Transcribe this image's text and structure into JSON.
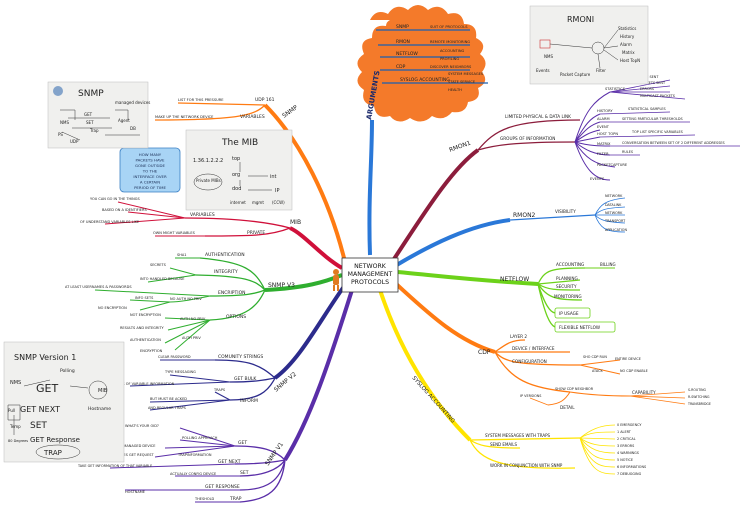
{
  "center": {
    "line1": "NETWORK",
    "line2": "MANAGEMENT",
    "line3": "PROTOCOLS"
  },
  "callout": {
    "lines": [
      "HOW MANY",
      "PACKETS HAVE",
      "GONE OUTSIDE",
      "TO THE",
      "INTERFACE OVER",
      "A CERTAIN",
      "PERIOD OF TIME"
    ]
  },
  "arguments": {
    "label": "ARGUMENTS",
    "items": [
      {
        "label": "SNMP",
        "detail": "SUIT OF PROTOCOLS"
      },
      {
        "label": "RMON",
        "detail": "REMOTE MONITORING"
      },
      {
        "label": "NETFLOW",
        "detail": "ACCOUNTING",
        "detail2": "PROFILING"
      },
      {
        "label": "CDP",
        "detail": "DISCOVER NEIGHBORS"
      },
      {
        "label": "SYSLOG ACCOUNTING",
        "detail": "SYSTEM MESSAGES",
        "detail2": "STATE SERVICE",
        "detail3": "HEALTH"
      }
    ]
  },
  "snmp": {
    "label": "SNMP",
    "udp": "UDP 161",
    "udp_detail": "LIST FOR THIS PRESSURE",
    "variables": "VARIABLES",
    "variables_detail": "MAKE UP THE NETWORK DEVICE"
  },
  "mib": {
    "label": "MIB",
    "variables": "VARIABLES",
    "private": "PRIVATE",
    "items": [
      "YOU CAN GO IN THE THINGS",
      "BASED ON A IDENTIFIERS",
      "OF UNDERSTAND VARIABLES LIKE"
    ],
    "private_detail": "OWN MIGHT VARIABLES"
  },
  "snmpv3": {
    "label": "SNMP V3",
    "authentication": "AUTHENTICATION",
    "auth_detail": "SHA1",
    "integrity": "INTEGRITY",
    "integrity_items": [
      "SECRETS",
      "INTO HANDLED BECAUSE"
    ],
    "encryption": "ENCRIPTION",
    "encryption_items": [
      "AT LEAST USERNAMES & PASSWORDS",
      "INFO SETS",
      "NO AUTH NO PRIV",
      "NO ENCRYPTION"
    ],
    "options": "OPTIONS",
    "options_items": [
      "NOT ENCRYPTION",
      "AUTH NO PRIV",
      "RESULTS AND INTEGRITY",
      "AUTHENTICATION",
      "AUTH PRIV",
      "ENCRYPTION"
    ]
  },
  "snmpv2": {
    "label": "SNMP V2",
    "community": "COMUNITY STRINGS",
    "community_detail": "CLEAR PASSWORD",
    "getbulk": "GET BULK",
    "getbulk_items": [
      "TYPE MESSAGING",
      "REDUCE LOTS OF VARIABLE INFORMATION"
    ],
    "inform": "INFORM",
    "inform_items": [
      "TRAPS",
      "BUT MUST BE ACKED",
      "AND REGULAR TRAPS"
    ]
  },
  "snmpv1": {
    "label": "SNMP V1",
    "get": "GET",
    "get_items": [
      "POLLING APPROACH",
      "WHAT'S YOUR OID?",
      "FROM MANAGED DEVICE",
      "AGENT HANDLES GET REQUEST",
      "TRAPINFORMATION"
    ],
    "getnext": "GET NEXT",
    "getnext_items": [
      "TAKE GET INFORMATION OF THAT VARIABLE"
    ],
    "set": "SET",
    "set_items": [
      "ACTUALLY CONFIG DEVICE"
    ],
    "getresponse": "GET RESPONSE",
    "getresponse_items": [
      "HOSTNAME"
    ],
    "trap": "TRAP",
    "trap_items": [
      "THESHOLD"
    ]
  },
  "rmon1": {
    "label": "RMON1",
    "limited": "LIMITED PHYSICAL & DATA LINK",
    "groups": "GROUPS OF INFORMATION",
    "statistics": "STATISTICS",
    "stat_items": [
      "BYTE SENT",
      "PACKETS SENT",
      "ERRORS",
      "MULTICAST PACKETS"
    ],
    "history": "HISTORY",
    "history_detail": "STATISTICAL SAMPLES",
    "alarm": "ALARM",
    "alarm_detail": "SETTING PARTICULAR THRESHOLDS",
    "event": "EVENT",
    "hostopn": "HOST TOPN",
    "hostopn_detail": "TOP LIST SPECIFIC VARIABLES",
    "matrix": "MATRIX",
    "matrix_detail": "CONVERSATION BETWEEN SET OF 2 DIFFERENT ADDRESSES",
    "filter": "FILTER",
    "filter_detail": "RULES",
    "packetcapture": "PACKETCAPTURE",
    "events": "EVENTS"
  },
  "rmon2": {
    "label": "RMON2",
    "visibility": "VISIBILITY",
    "layers": [
      "NETWORK",
      "DATALINK",
      "NETWORK",
      "TRANSPORT",
      "APPLICATION"
    ]
  },
  "netflow": {
    "label": "NETFLOW",
    "items": [
      "ACCOUNTING",
      "PLANNING",
      "SECURITY",
      "MONITORING"
    ],
    "billing": "BILLING",
    "boxes": [
      "IP USAGE",
      "FLEXIBLE NETFLOW"
    ]
  },
  "cdp": {
    "label": "CDP",
    "layer2": "LAYER 2",
    "device": "DEVICE / INTERFACE",
    "configuration": "CONFIGURATION",
    "config_items": [
      "SHO CDP RUN",
      "ENTIRE DEVICE",
      "ATACK",
      "NO CDP ENABLE"
    ],
    "neighbor": "SHOW CDP NEIGHBOR",
    "capability": "CAPABILITY",
    "capability_items": [
      "S-ROUTING",
      "R-SWITCHING",
      "TRANSBRIDGE"
    ],
    "detail": "DETAIL",
    "detail_item": "IP VERSIONS"
  },
  "syslog": {
    "label": "SYSLOG ACCOUNTING",
    "messages": "SYSTEM MESSAGES WITH TRAPS",
    "send": "SEND EMAILS",
    "snmp": "WORK IN CONJUNCTION WITH SNMP",
    "levels": [
      "0 EMERGENCY",
      "1 ALERT",
      "2 CRITICAL",
      "3 ERRORS",
      "4 WARNINGS",
      "5 NOTICE",
      "6 INFORMATIONS",
      "7 DEBUGGING"
    ]
  },
  "sketches": {
    "snmp_title": "SNMP",
    "snmp_labels": [
      "managed devices",
      "NMS",
      "GET",
      "SET",
      "Trap",
      "Agent",
      "DB",
      "PS",
      "UDP"
    ],
    "mib_title": "The MIB",
    "mib_labels": [
      "1.36.1.2.2.2",
      "top",
      "Private MIBs",
      "org",
      "dod",
      "int",
      "IP",
      "internet",
      "mgmt",
      "(CCW)"
    ],
    "snmpv1_title": "SNMP Version 1",
    "snmpv1_labels": [
      "NMS",
      "Polling",
      "GET",
      "MIB",
      "GET NEXT",
      "Hostname",
      "SET",
      "Temp",
      "GET Response",
      "TRAP",
      "80 Degrees",
      "Pull"
    ],
    "rmon_title": "RMONI",
    "rmon_labels": [
      "Statistics",
      "History",
      "Alarm",
      "Events",
      "Host TopN",
      "Matrix",
      "Filter",
      "Packet Capture",
      "NMS"
    ]
  },
  "colors": {
    "orange": "#ff7b12",
    "red": "#d0103a",
    "green": "#2fae2f",
    "navy": "#2c2b8c",
    "purple": "#5a2ea8",
    "blue": "#2a78d8",
    "lime": "#6cd21a",
    "yellow": "#ffe400",
    "cloud": "#f47a2a",
    "maroon": "#8c1d3c"
  }
}
